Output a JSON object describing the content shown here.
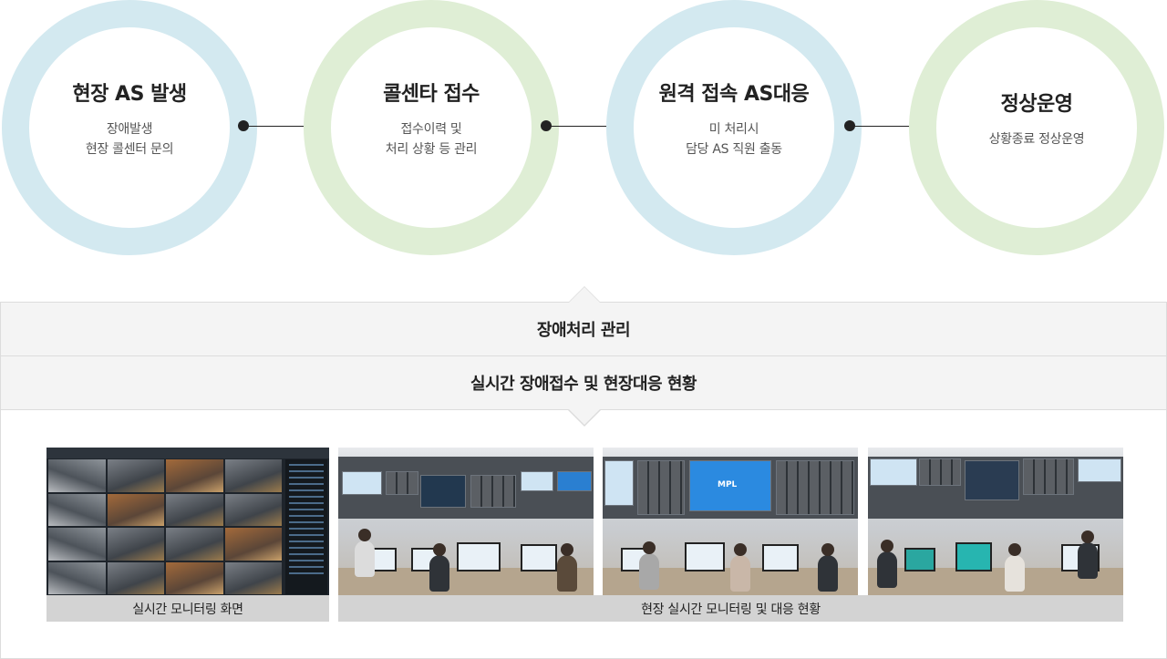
{
  "steps": [
    {
      "title": "현장 AS 발생",
      "desc_line1": "장애발생",
      "desc_line2": "현장 콜센터 문의"
    },
    {
      "title": "콜센타 접수",
      "desc_line1": "접수이력 및",
      "desc_line2": "처리 상황 등 관리"
    },
    {
      "title": "원격 접속 AS대응",
      "desc_line1": "미 처리시",
      "desc_line2": "담당 AS 직원 출동"
    },
    {
      "title": "정상운영",
      "desc_line1": "상황종료 정상운영",
      "desc_line2": ""
    }
  ],
  "panel": {
    "heading": "장애처리 관리",
    "subheading": "실시간  장애접수 및 현장대응 현황"
  },
  "photos": {
    "screen_logo": "MPL",
    "caption_left": "실시간 모니터링 화면",
    "caption_right": "현장 실시간 모니터링 및 대응 현황"
  },
  "colors": {
    "ring_blue": "#d3e9f0",
    "ring_green": "#dfeed5",
    "bar_bg": "#f4f4f4",
    "caption_bg": "#d3d3d3"
  },
  "icons": [
    "arrow-connector-icon"
  ]
}
